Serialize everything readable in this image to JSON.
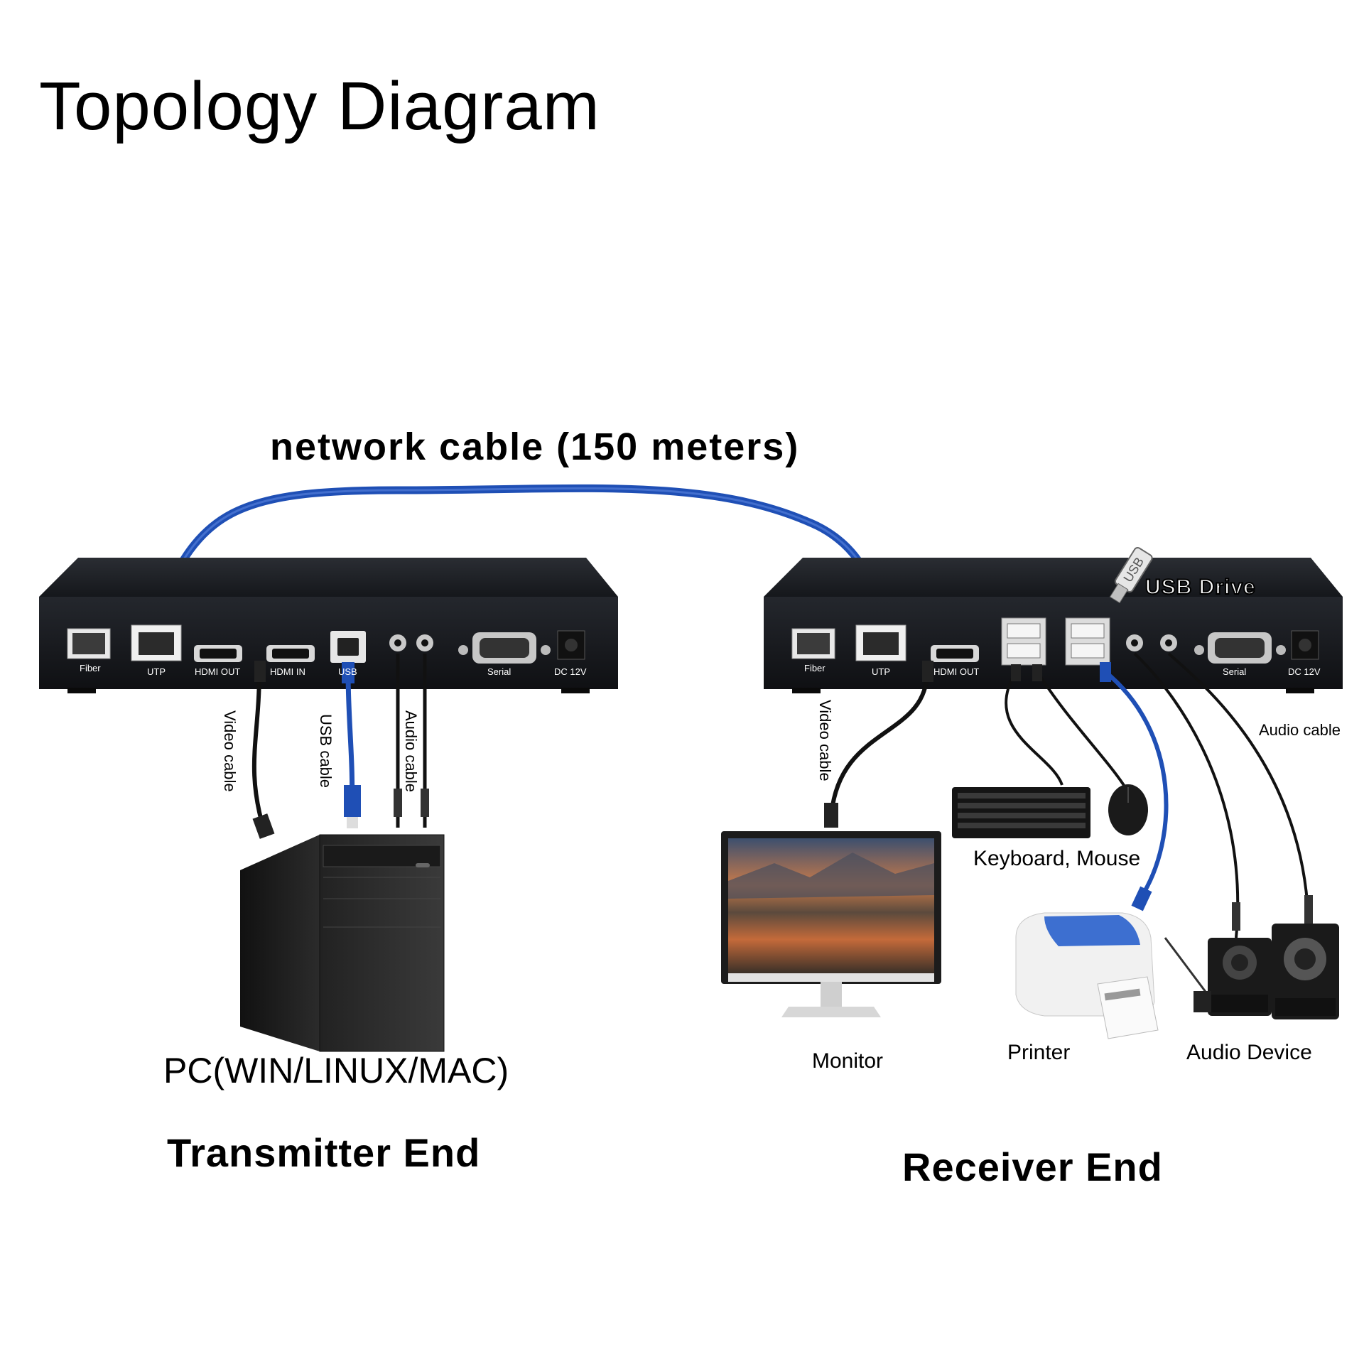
{
  "title": "Topology Diagram",
  "network_cable_label": "network cable (150 meters)",
  "transmitter": {
    "section_label": "Transmitter End",
    "pc_label": "PC(WIN/LINUX/MAC)",
    "ports": {
      "fiber": "Fiber",
      "utp": "UTP",
      "hdmi_out": "HDMI OUT",
      "hdmi_in": "HDMI IN",
      "usb": "USB",
      "serial": "Serial",
      "dc": "DC 12V"
    },
    "cables": {
      "video": "Video cable",
      "usb": "USB cable",
      "audio": "Audio cable"
    }
  },
  "receiver": {
    "section_label": "Receiver End",
    "ports": {
      "fiber": "Fiber",
      "utp": "UTP",
      "hdmi_out": "HDMI OUT",
      "serial": "Serial",
      "dc": "DC 12V"
    },
    "cables": {
      "video": "Video cable",
      "audio": "Audio cable"
    },
    "devices": {
      "usb_drive": "USB Drive",
      "usb_stick_text": "USB",
      "keyboard_mouse": "Keyboard, Mouse",
      "monitor": "Monitor",
      "printer": "Printer",
      "audio_device": "Audio Device"
    }
  },
  "colors": {
    "network_cable": "#1f4fb5",
    "device_body": "#1b1e24",
    "text": "#000000"
  }
}
